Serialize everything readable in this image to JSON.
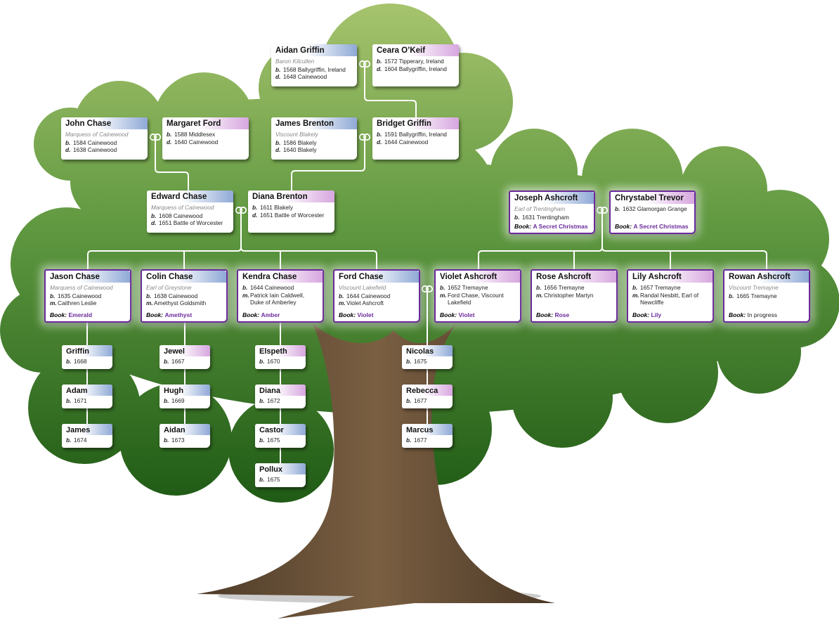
{
  "labels": {
    "born": "b.",
    "died": "d.",
    "married": "m.",
    "book": "Book:"
  },
  "colors": {
    "male_header": "#8fa9d6",
    "female_header": "#d7a6df",
    "featured_border": "#6a2a9a",
    "book_link": "#6a2a9a",
    "canopy_light": "#a8c46e",
    "canopy_dark": "#2a6a1c",
    "trunk": "#6b5238"
  },
  "people": [
    {
      "name": "Aidan Griffin",
      "gender": "male",
      "title": "Baron Kilcullen",
      "born": "1568 Ballygriffin, Ireland",
      "died": "1648 Cainewood"
    },
    {
      "name": "Ceara O’Keif",
      "gender": "female",
      "born": "1572 Tipperary, Ireland",
      "died": "1604 Ballygriffin, Ireland"
    },
    {
      "name": "John Chase",
      "gender": "male",
      "title": "Marquess of Cainewood",
      "born": "1584 Cainewood",
      "died": "1638 Cainewood"
    },
    {
      "name": "Margaret Ford",
      "gender": "female",
      "born": "1588 Middlesex",
      "died": "1640 Cainewood"
    },
    {
      "name": "James Brenton",
      "gender": "male",
      "title": "Viscount Blakely",
      "born": "1586 Blakely",
      "died": "1640 Blakely"
    },
    {
      "name": "Bridget Griffin",
      "gender": "female",
      "born": "1591 Ballygriffin, Ireland",
      "died": "1644 Cainewood"
    },
    {
      "name": "Edward Chase",
      "gender": "male",
      "title": "Marquess of Cainewood",
      "born": "1608 Cainewood",
      "died": "1651 Battle of Worcester"
    },
    {
      "name": "Diana Brenton",
      "gender": "female",
      "born": "1611 Blakely",
      "died": "1651 Battle of Worcester"
    },
    {
      "name": "Joseph Ashcroft",
      "gender": "male",
      "featured": true,
      "title": "Earl of Trentingham",
      "born": "1631 Trentingham",
      "book": "A Secret Christmas"
    },
    {
      "name": "Chrystabel Trevor",
      "gender": "female",
      "featured": true,
      "born": "1632 Glamorgan Grange",
      "book": "A Secret Christmas"
    },
    {
      "name": "Jason Chase",
      "gender": "male",
      "featured": true,
      "title": "Marquess of Cainewood",
      "born": "1635 Cainewood",
      "married": "Caithren Leslie",
      "book": "Emerald"
    },
    {
      "name": "Colin Chase",
      "gender": "male",
      "featured": true,
      "title": "Earl of Greystone",
      "born": "1638 Cainewood",
      "married": "Amethyst Goldsmith",
      "book": "Amethyst"
    },
    {
      "name": "Kendra Chase",
      "gender": "female",
      "featured": true,
      "born": "1644 Cainewood",
      "married": "Patrick Iain Caldwell, Duke of Amberley",
      "book": "Amber"
    },
    {
      "name": "Ford Chase",
      "gender": "male",
      "featured": true,
      "title": "Viscount Lakefield",
      "born": "1644 Cainewood",
      "married": "Violet Ashcroft",
      "book": "Violet"
    },
    {
      "name": "Violet Ashcroft",
      "gender": "female",
      "featured": true,
      "born": "1652 Tremayne",
      "married": "Ford Chase, Viscount Lakefield",
      "book": "Violet"
    },
    {
      "name": "Rose Ashcroft",
      "gender": "female",
      "featured": true,
      "born": "1656 Tremayne",
      "married": "Christopher Martyn",
      "book": "Rose"
    },
    {
      "name": "Lily Ashcroft",
      "gender": "female",
      "featured": true,
      "born": "1657 Tremayne",
      "married": "Randal Nesbitt, Earl of Newcliffe",
      "book": "Lily"
    },
    {
      "name": "Rowan Ashcroft",
      "gender": "male",
      "featured": true,
      "title": "Viscount Tremayne",
      "born": "1665 Tremayne",
      "book": "In progress",
      "book_pending": true
    },
    {
      "name": "Griffin",
      "gender": "male",
      "born": "1668"
    },
    {
      "name": "Adam",
      "gender": "male",
      "born": "1671"
    },
    {
      "name": "James",
      "gender": "male",
      "born": "1674"
    },
    {
      "name": "Jewel",
      "gender": "female",
      "born": "1667"
    },
    {
      "name": "Hugh",
      "gender": "male",
      "born": "1669"
    },
    {
      "name": "Aidan",
      "gender": "male",
      "born": "1673"
    },
    {
      "name": "Elspeth",
      "gender": "female",
      "born": "1670"
    },
    {
      "name": "Diana",
      "gender": "female",
      "born": "1672"
    },
    {
      "name": "Castor",
      "gender": "male",
      "born": "1675"
    },
    {
      "name": "Pollux",
      "gender": "male",
      "born": "1675"
    },
    {
      "name": "Nicolas",
      "gender": "male",
      "born": "1675"
    },
    {
      "name": "Rebecca",
      "gender": "female",
      "born": "1677"
    },
    {
      "name": "Marcus",
      "gender": "male",
      "born": "1677"
    }
  ]
}
